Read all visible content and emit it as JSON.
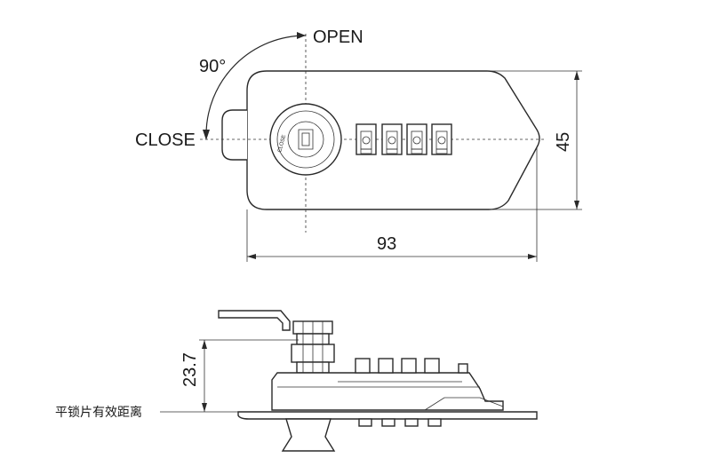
{
  "top_view": {
    "open_label": "OPEN",
    "close_label": "CLOSE",
    "angle_label": "90°",
    "width_label": "93",
    "height_label": "45",
    "key_text": "CLOSE"
  },
  "side_view": {
    "height_label": "23.7",
    "note_label": "平锁片有效距离"
  }
}
